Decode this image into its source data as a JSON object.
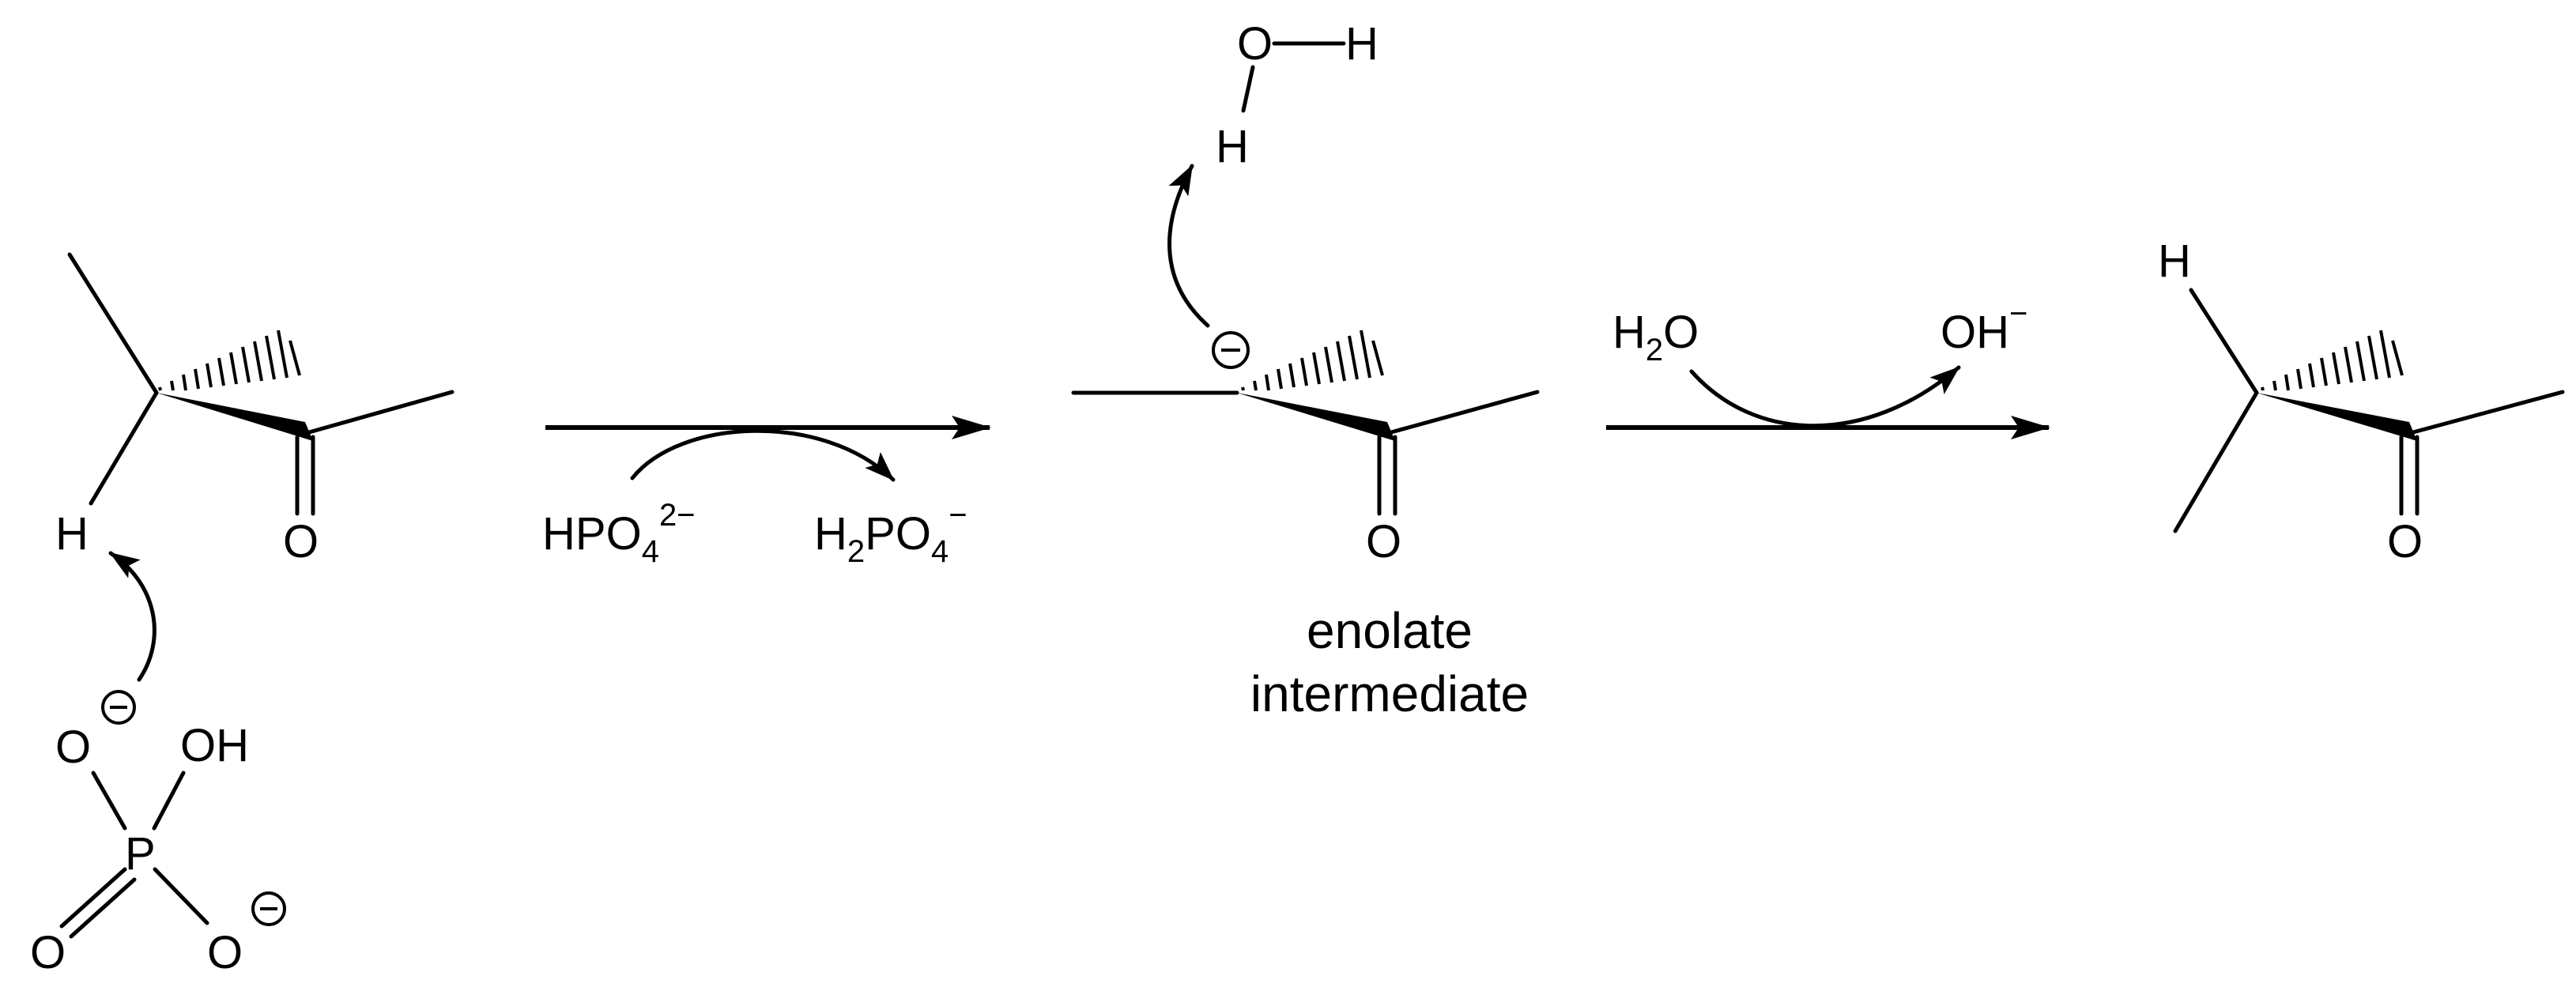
{
  "title": "",
  "reactant": {
    "atoms": {
      "H": "H",
      "O": "O"
    }
  },
  "phosphate": {
    "atoms": {
      "O_top": "O",
      "OH": "OH",
      "P": "P",
      "O_double": "O",
      "O_bottom": "O"
    }
  },
  "step1": {
    "reagent_left": {
      "main": "HPO",
      "sub": "4",
      "sup": "2−"
    },
    "reagent_right": {
      "h": "H",
      "sub_h": "2",
      "main": "PO",
      "sub": "4",
      "sup": "−"
    }
  },
  "intermediate": {
    "atoms": {
      "O": "O",
      "water_O": "O",
      "water_H_right": "H",
      "water_H_left": "H"
    },
    "caption_line1": "enolate",
    "caption_line2": "intermediate"
  },
  "step2": {
    "reagent_left": {
      "h": "H",
      "sub": "2",
      "o": "O"
    },
    "reagent_right": {
      "main": "OH",
      "sup": "−"
    }
  },
  "product": {
    "atoms": {
      "H": "H",
      "O": "O"
    }
  },
  "icons": [
    "negative-charge-icon",
    "curved-arrow-icon",
    "reaction-arrow-icon",
    "wedge-bond-icon",
    "hashed-bond-icon"
  ]
}
